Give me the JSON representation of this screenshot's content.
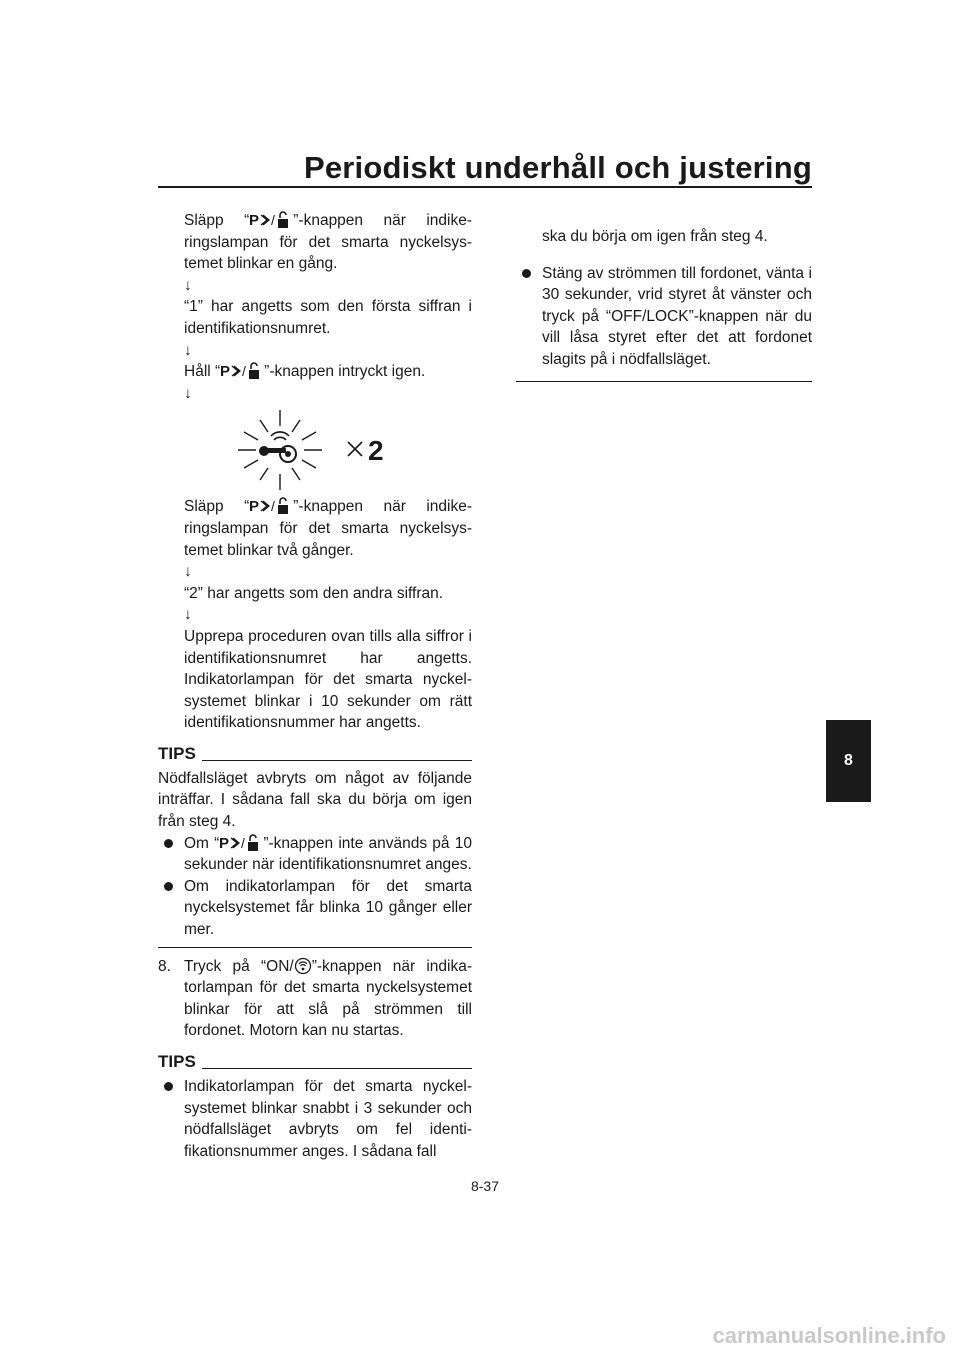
{
  "header": {
    "title": "Periodiskt underhåll och justering"
  },
  "left": {
    "p1a": "Släpp “",
    "p1b": "”-knappen när indike­ringslampan för det smarta nyckelsys­temet blinkar en gång.",
    "arrow": "↓",
    "p2": "“1” har angetts som den första siffran i identifikationsnumret.",
    "p3a": "Håll “",
    "p3b": "”-knappen intryckt igen.",
    "figure_multiplier": "× 2",
    "p4a": "Släpp “",
    "p4b": "”-knappen när indike­ringslampan för det smarta nyckelsys­temet blinkar två gånger.",
    "p5": "“2” har angetts som den andra siffran.",
    "p6": "Upprepa proceduren ovan tills alla siff­ror i identifikationsnumret har angetts. Indikatorlampan för det smarta nyckel­systemet blinkar i 10 sekunder om rätt identifikationsnummer har angetts.",
    "tips1_label": "TIPS",
    "tips1_intro": "Nödfallsläget avbryts om något av följande inträffar. I sådana fall ska du börja om igen från steg 4.",
    "tips1_b1a": "Om “",
    "tips1_b1b": "”-knappen inte används på 10 sekunder när identifikationsnumret anges.",
    "tips1_b2": "Om indikatorlampan för det smarta nyckelsystemet får blinka 10 gånger eller mer.",
    "step8_num": "8.",
    "step8a": "Tryck på “ON/",
    "step8b": "”-knappen när indika­torlampan för det smarta nyckelsyste­met blinkar för att slå på strömmen till fordonet. Motorn kan nu startas.",
    "tips2_label": "TIPS",
    "tips2_b1": "Indikatorlampan för det smarta nyckel­systemet blinkar snabbt i 3 sekunder och nödfallsläget avbryts om fel identi­fikationsnummer anges. I sådana fall"
  },
  "right": {
    "cont": "ska du börja om igen från steg 4.",
    "b2": "Stäng av strömmen till fordonet, vänta i 30 sekunder, vrid styret åt vänster och tryck på “OFF/LOCK”-knappen när du vill låsa styret efter det att fordo­net slagits på i nödfallsläget."
  },
  "chapter_tab": "8",
  "page_number": "8-37",
  "watermark": "carmanualsonline.info"
}
